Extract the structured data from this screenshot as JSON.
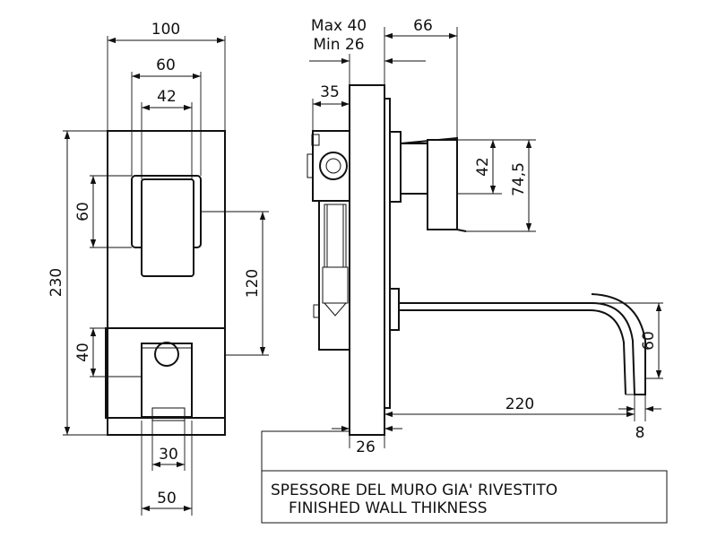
{
  "front_view": {
    "width_total": "100",
    "width_handle_plate": "60",
    "width_handle": "42",
    "height_total": "230",
    "handle_height": "60",
    "axis_distance": "120",
    "spout_height": "40",
    "spout_width": "30",
    "spout_plate_width": "50"
  },
  "side_view": {
    "wall_max": "Max 40",
    "wall_min": "Min 26",
    "handle_projection": "66",
    "body_depth": "35",
    "handle_height": "42",
    "handle_plate_height": "74,5",
    "spout_drop": "60",
    "spout_length": "220",
    "spout_tip": "8",
    "plate_offset": "26"
  },
  "note": {
    "line1": "SPESSORE DEL MURO GIA' RIVESTITO",
    "line2": "FINISHED WALL THIKNESS"
  }
}
